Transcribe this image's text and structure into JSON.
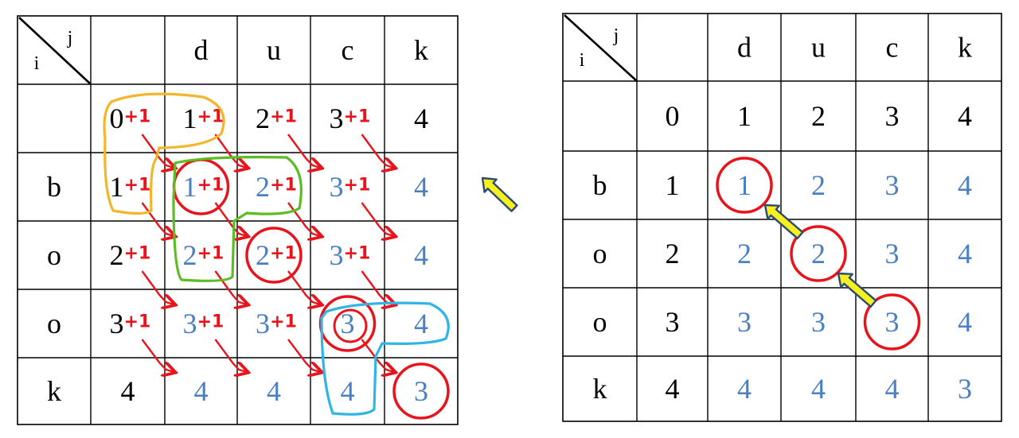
{
  "colors": {
    "grid": "#000000",
    "filled_value": "#4a7fc1",
    "base_value": "#000000",
    "annotation_red": "#e8141c",
    "yellow_region": "#f4b52a",
    "green_region": "#5cbd22",
    "cyan_region": "#2fb5e6",
    "back_arrow_fill": "#f5f01e",
    "back_arrow_stroke": "#2c4a73"
  },
  "corner": {
    "row_var": "i",
    "col_var": "j"
  },
  "col_headers": [
    "",
    "d",
    "u",
    "c",
    "k"
  ],
  "row_headers": [
    "",
    "b",
    "o",
    "o",
    "k"
  ],
  "left_table": {
    "plus_label": "+1",
    "rows": [
      [
        {
          "v": "0",
          "blue": false,
          "plus": true
        },
        {
          "v": "1",
          "blue": false,
          "plus": true
        },
        {
          "v": "2",
          "blue": false,
          "plus": true
        },
        {
          "v": "3",
          "blue": false,
          "plus": true
        },
        {
          "v": "4",
          "blue": false,
          "plus": false
        }
      ],
      [
        {
          "v": "1",
          "blue": false,
          "plus": true
        },
        {
          "v": "1",
          "blue": true,
          "plus": true
        },
        {
          "v": "2",
          "blue": true,
          "plus": true
        },
        {
          "v": "3",
          "blue": true,
          "plus": true
        },
        {
          "v": "4",
          "blue": true,
          "plus": false
        }
      ],
      [
        {
          "v": "2",
          "blue": false,
          "plus": true
        },
        {
          "v": "2",
          "blue": true,
          "plus": true
        },
        {
          "v": "2",
          "blue": true,
          "plus": true
        },
        {
          "v": "3",
          "blue": true,
          "plus": true
        },
        {
          "v": "4",
          "blue": true,
          "plus": false
        }
      ],
      [
        {
          "v": "3",
          "blue": false,
          "plus": true
        },
        {
          "v": "3",
          "blue": true,
          "plus": true
        },
        {
          "v": "3",
          "blue": true,
          "plus": true
        },
        {
          "v": "3",
          "blue": true,
          "plus": false
        },
        {
          "v": "4",
          "blue": true,
          "plus": false
        }
      ],
      [
        {
          "v": "4",
          "blue": false,
          "plus": false
        },
        {
          "v": "4",
          "blue": true,
          "plus": false
        },
        {
          "v": "4",
          "blue": true,
          "plus": false
        },
        {
          "v": "4",
          "blue": true,
          "plus": false
        },
        {
          "v": "3",
          "blue": true,
          "plus": false
        }
      ]
    ],
    "circled": [
      [
        1,
        1
      ],
      [
        2,
        2
      ],
      [
        3,
        3
      ],
      [
        4,
        4
      ]
    ]
  },
  "right_table": {
    "rows": [
      [
        {
          "v": "0",
          "blue": false
        },
        {
          "v": "1",
          "blue": false
        },
        {
          "v": "2",
          "blue": false
        },
        {
          "v": "3",
          "blue": false
        },
        {
          "v": "4",
          "blue": false
        }
      ],
      [
        {
          "v": "1",
          "blue": false
        },
        {
          "v": "1",
          "blue": true
        },
        {
          "v": "2",
          "blue": true
        },
        {
          "v": "3",
          "blue": true
        },
        {
          "v": "4",
          "blue": true
        }
      ],
      [
        {
          "v": "2",
          "blue": false
        },
        {
          "v": "2",
          "blue": true
        },
        {
          "v": "2",
          "blue": true
        },
        {
          "v": "3",
          "blue": true
        },
        {
          "v": "4",
          "blue": true
        }
      ],
      [
        {
          "v": "3",
          "blue": false
        },
        {
          "v": "3",
          "blue": true
        },
        {
          "v": "3",
          "blue": true
        },
        {
          "v": "3",
          "blue": true
        },
        {
          "v": "4",
          "blue": true
        }
      ],
      [
        {
          "v": "4",
          "blue": false
        },
        {
          "v": "4",
          "blue": true
        },
        {
          "v": "4",
          "blue": true
        },
        {
          "v": "4",
          "blue": true
        },
        {
          "v": "3",
          "blue": true
        }
      ]
    ],
    "circled": [
      [
        1,
        1
      ],
      [
        2,
        2
      ],
      [
        3,
        3
      ]
    ]
  }
}
